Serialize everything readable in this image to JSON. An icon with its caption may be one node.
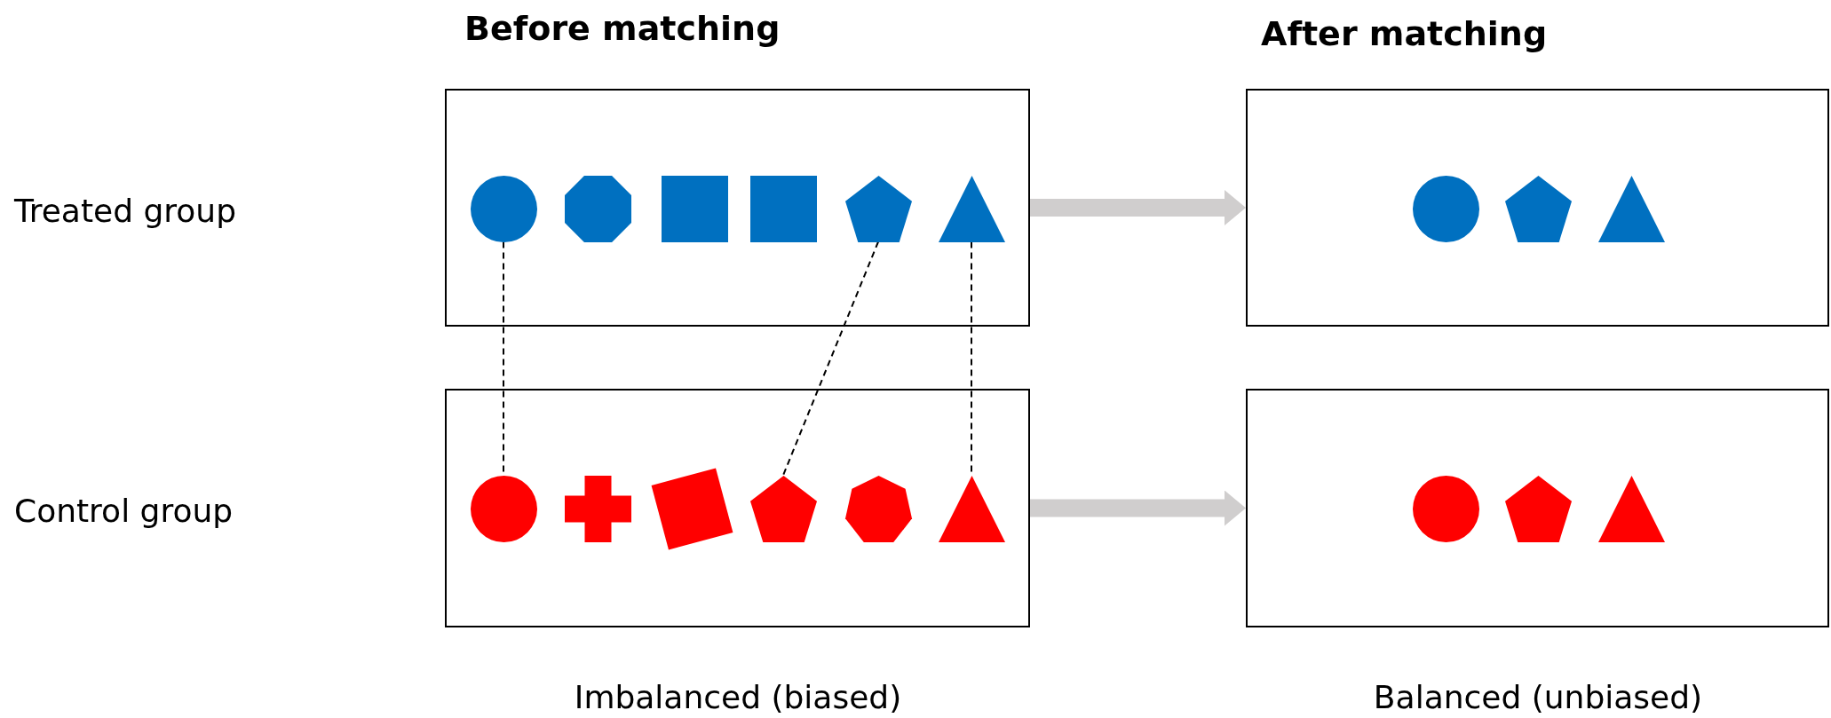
{
  "diagram": {
    "nodes": [
      {
        "text": [],
        "shape": "box"
      },
      {
        "text": [],
        "shape": "circle",
        "in": 0
      },
      {
        "text": [],
        "shape": "octagon",
        "in": 0
      },
      {
        "text": [],
        "shape": "square",
        "in": 0
      },
      {
        "text": [],
        "shape": "square",
        "in": 0
      },
      {
        "text": [],
        "shape": "pentagon",
        "in": 0
      },
      {
        "text": [],
        "shape": "triangle",
        "in": 0
      },
      {
        "text": [],
        "shape": "box"
      },
      {
        "text": [],
        "shape": "circle",
        "in": 7
      },
      {
        "text": [],
        "shape": "pentagon",
        "in": 7
      },
      {
        "text": [],
        "shape": "triangle",
        "in": 7
      },
      {
        "text": [],
        "shape": "box"
      },
      {
        "text": [],
        "shape": "circle",
        "in": 11
      },
      {
        "text": [],
        "shape": "cross",
        "in": 11
      },
      {
        "text": [],
        "shape": "square",
        "in": 11
      },
      {
        "text": [],
        "shape": "pentagon",
        "in": 11
      },
      {
        "text": [],
        "shape": "heptagon",
        "in": 11
      },
      {
        "text": [],
        "shape": "triangle",
        "in": 11
      },
      {
        "text": [],
        "shape": "box"
      },
      {
        "text": [],
        "shape": "circle",
        "in": 18
      },
      {
        "text": [],
        "shape": "pentagon",
        "in": 18
      },
      {
        "text": [],
        "shape": "triangle",
        "in": 18
      }
    ],
    "edges": [
      {
        "from": 1,
        "to": 12,
        "arrow": "none",
        "style": "dashed"
      },
      {
        "from": 5,
        "to": 15,
        "arrow": "none",
        "style": "dashed"
      },
      {
        "from": 6,
        "to": 17,
        "arrow": "none",
        "style": "dashed"
      },
      {
        "from": 0,
        "to": 7,
        "arrow": "to",
        "style": "thick",
        "color": "#d0cece"
      },
      {
        "from": 11,
        "to": 18,
        "arrow": "to",
        "style": "thick",
        "color": "#d0cece"
      }
    ],
    "labels": [
      "Before matching",
      "After matching",
      "Treated group",
      "Control group",
      "Imbalanced (biased)",
      "Balanced (unbiased)"
    ]
  }
}
